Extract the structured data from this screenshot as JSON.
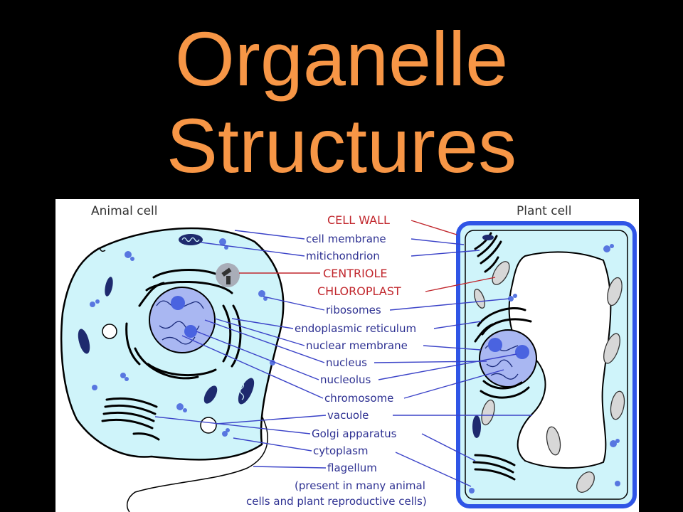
{
  "title": {
    "line1": "Organelle",
    "line2": "Structures"
  },
  "diagram": {
    "left_heading": "Animal cell",
    "right_heading": "Plant cell",
    "labels": {
      "cell_wall": "CELL WALL",
      "cell_membrane": "cell membrane",
      "mitichondrion": "mitichondrion",
      "centriole": "CENTRIOLE",
      "chloroplast": "CHLOROPLAST",
      "ribosomes": "ribosomes",
      "endoplasmic_reticulum": "endoplasmic reticulum",
      "nuclear_membrane": "nuclear membrane",
      "nucleus": "nucleus",
      "nucleolus": "nucleolus",
      "chromosome": "chromosome",
      "vacuole": "vacuole",
      "golgi_apparatus": "Golgi apparatus",
      "cytoplasm": "cytoplasm",
      "flagellum": "flagellum",
      "flagellum_note_1": "(present in many animal",
      "flagellum_note_2": "cells and plant reproductive cells)"
    },
    "colors": {
      "title": "#F79646",
      "cell_fill": "#CFF4FA",
      "outline": "#000000",
      "label_blue": "#2E3192",
      "label_red": "#C1272D",
      "leader_blue": "#3B43C8",
      "leader_red": "#C1272D",
      "nucleus_fill": "#A9B7F2",
      "organelle_blue": "#5876E0",
      "plant_wall": "#2F55E6"
    }
  }
}
